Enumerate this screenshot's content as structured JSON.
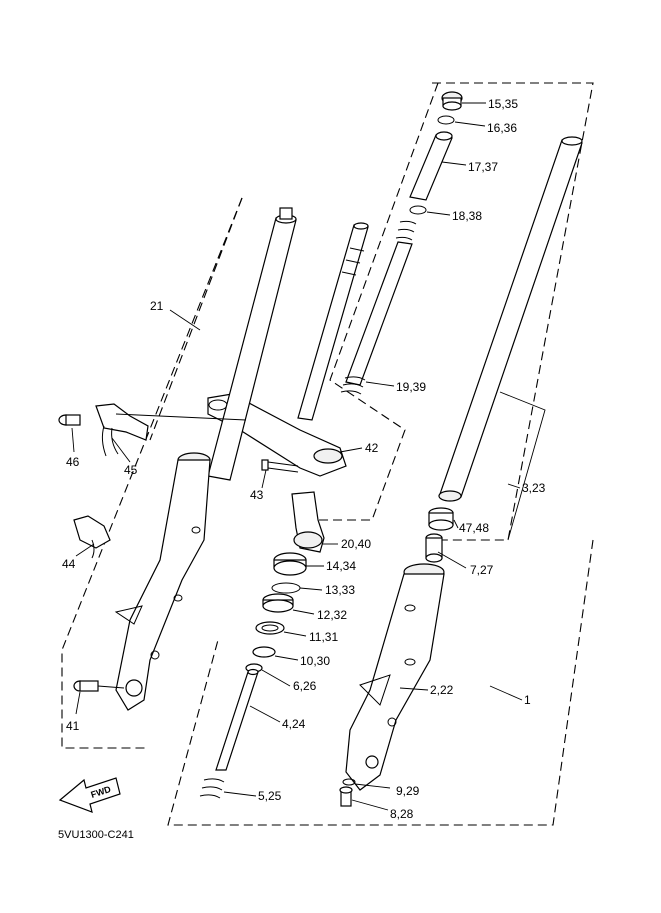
{
  "diagram_code": "5VU1300-C241",
  "fwd_label": "FWD",
  "labels": {
    "p15_35": "15,35",
    "p16_36": "16,36",
    "p17_37": "17,37",
    "p18_38": "18,38",
    "p19_39": "19,39",
    "p21": "21",
    "p42": "42",
    "p46": "46",
    "p45": "45",
    "p43": "43",
    "p3_23": "3,23",
    "p47_48": "47,48",
    "p7_27": "7,27",
    "p20_40": "20,40",
    "p44": "44",
    "p14_34": "14,34",
    "p13_33": "13,33",
    "p12_32": "12,32",
    "p11_31": "11,31",
    "p10_30": "10,30",
    "p6_26": "6,26",
    "p2_22": "2,22",
    "p1": "1",
    "p41": "41",
    "p4_24": "4,24",
    "p9_29": "9,29",
    "p5_25": "5,25",
    "p8_28": "8,28"
  }
}
